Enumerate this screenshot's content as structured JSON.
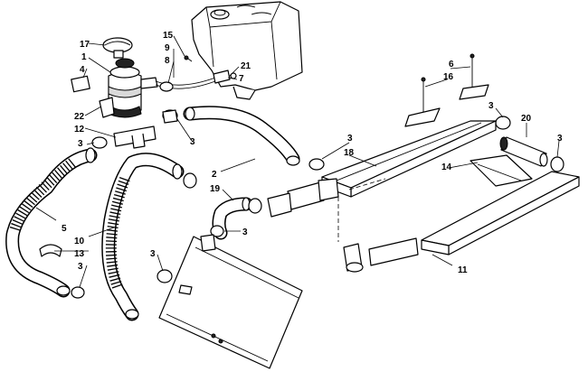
{
  "callouts": {
    "c1": "1",
    "c2": "2",
    "c3a": "3",
    "c3b": "3",
    "c3c": "3",
    "c3d": "3",
    "c3e": "3",
    "c3f": "3",
    "c3g": "3",
    "c3h": "3",
    "c4": "4",
    "c5": "5",
    "c6": "6",
    "c7": "7",
    "c8": "8",
    "c9": "9",
    "c10": "10",
    "c11": "11",
    "c12": "12",
    "c13": "13",
    "c14": "14",
    "c15": "15",
    "c16": "16",
    "c17": "17",
    "c18": "18",
    "c19": "19",
    "c20": "20",
    "c21": "21",
    "c22": "22"
  }
}
